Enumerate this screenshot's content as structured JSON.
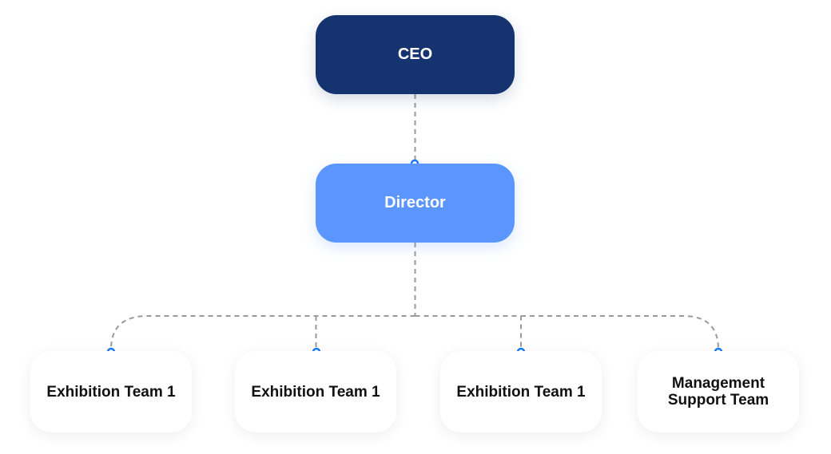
{
  "org_chart": {
    "ceo": {
      "label": "CEO"
    },
    "director": {
      "label": "Director"
    },
    "teams": [
      {
        "label": "Exhibition Team 1"
      },
      {
        "label": "Exhibition Team 1"
      },
      {
        "label": "Exhibition Team 1"
      },
      {
        "label": "Management Support Team"
      }
    ]
  },
  "colors": {
    "ceo_fill": "#15336f",
    "director_fill": "#5b96ff",
    "team_fill": "#ffffff",
    "connector": "#9a9a9a",
    "connector_dot": "#1a7cf0"
  }
}
